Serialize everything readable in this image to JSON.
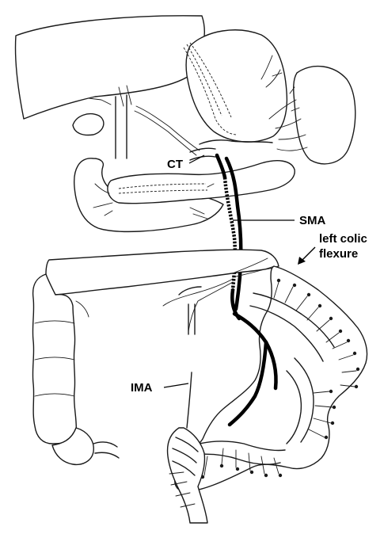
{
  "labels": {
    "ct": "CT",
    "sma": "SMA",
    "flexure_line1": "left colic",
    "flexure_line2": "flexure",
    "ima": "IMA"
  }
}
